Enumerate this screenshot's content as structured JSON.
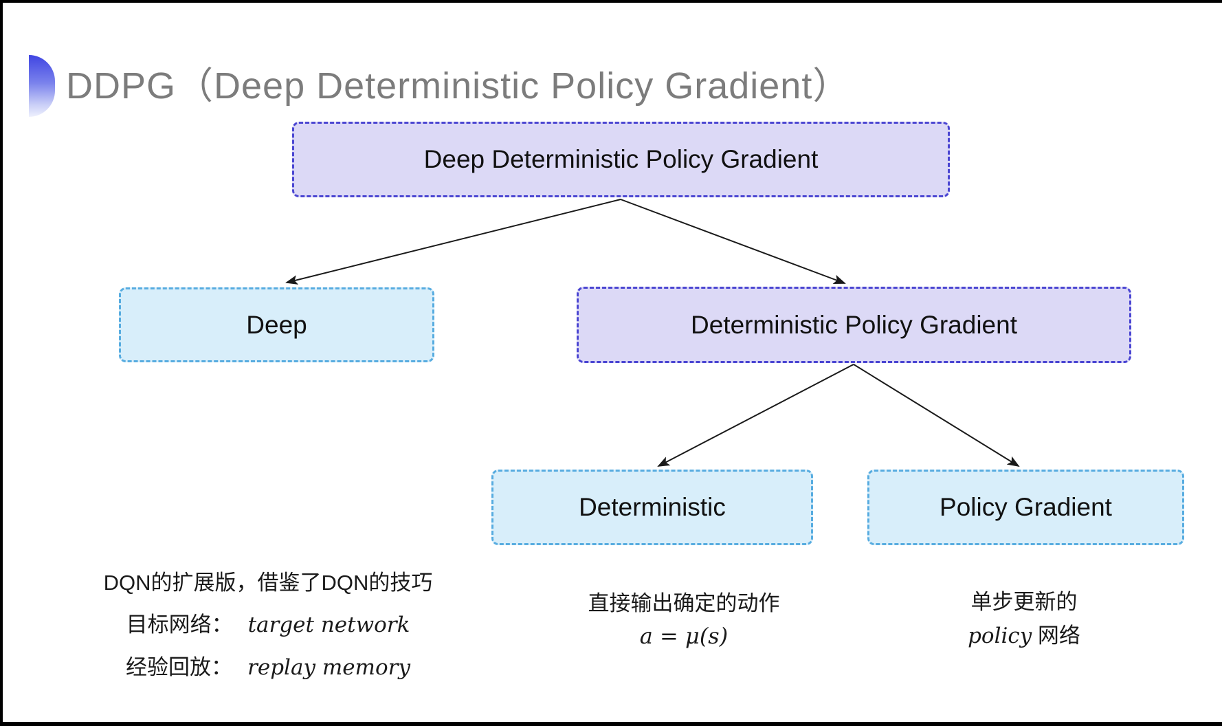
{
  "title": {
    "text": "DDPG（Deep Deterministic Policy Gradient）"
  },
  "nodes": {
    "root": {
      "label": "Deep Deterministic Policy Gradient"
    },
    "deep": {
      "label": "Deep"
    },
    "dpg": {
      "label": "Deterministic Policy Gradient"
    },
    "deterministic": {
      "label": "Deterministic"
    },
    "policy_gradient": {
      "label": "Policy Gradient"
    }
  },
  "notes": {
    "deep": {
      "line1": "DQN的扩展版，借鉴了DQN的技巧",
      "target_label": "目标网络：",
      "target_value": "target network",
      "replay_label": "经验回放：",
      "replay_value": "replay memory"
    },
    "deterministic": {
      "line1": "直接输出确定的动作",
      "formula": "a = μ(s)"
    },
    "policy_gradient": {
      "line1": "单步更新的",
      "term": "policy",
      "suffix": " 网络"
    }
  },
  "colors": {
    "purple_fill": "#dcd9f6",
    "purple_border": "#4a45d2",
    "cyan_fill": "#d8eefa",
    "cyan_border": "#57ace0",
    "arrow": "#1a1a1a",
    "title_gray": "#7c7c7c",
    "bullet_blue_top": "#3f45e2",
    "bullet_blue_bottom": "#eef0fd"
  }
}
